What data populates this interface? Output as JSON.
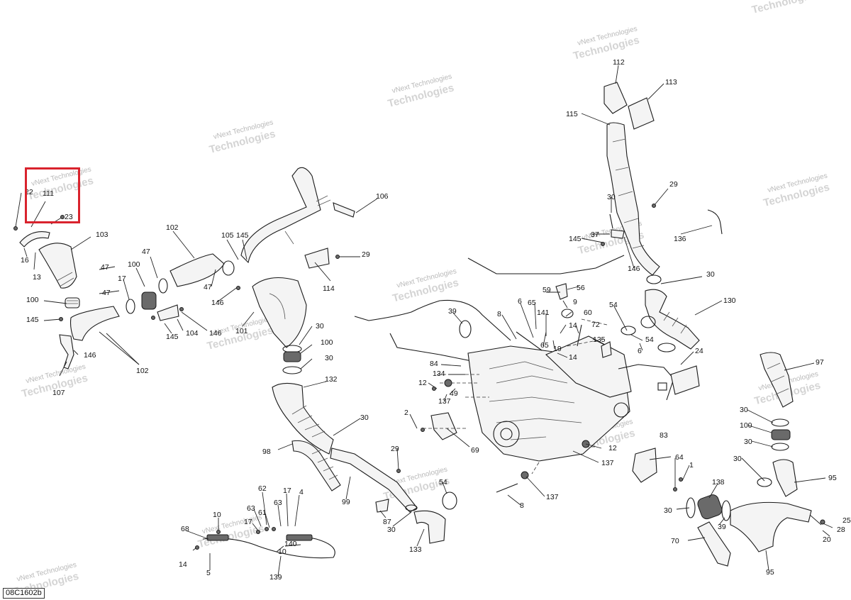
{
  "diagram": {
    "reference": "08C1602b",
    "watermark_line1": "vNext Technologies",
    "watermark_line2": "Technologies",
    "highlight_color": "#d9232d",
    "callouts": {
      "c22": "22",
      "c111": "111",
      "c23": "23",
      "c16": "16",
      "c13": "13",
      "c103": "103",
      "c100a": "100",
      "c145a": "145",
      "c107": "107",
      "c146a": "146",
      "c102a": "102",
      "c47a": "47",
      "c17": "17",
      "c47b": "47",
      "c100b": "100",
      "c145b": "145",
      "c104": "104",
      "c146b": "146",
      "c102b": "102",
      "c47c": "47",
      "c105": "105",
      "c145c": "145",
      "c146c": "146",
      "c101": "101",
      "c106": "106",
      "c29a": "29",
      "c114": "114",
      "c30a": "30",
      "c100c": "100",
      "c30b": "30",
      "c132": "132",
      "c30c": "30",
      "c98": "98",
      "c99": "99",
      "c29b": "29",
      "c87": "87",
      "c30d": "30",
      "c133": "133",
      "c54a": "54",
      "c62": "62",
      "c17b": "17",
      "c4": "4",
      "c63a": "63",
      "c63b": "63",
      "c61": "61",
      "c17c": "17",
      "c10a": "10",
      "c68": "68",
      "c140": "140",
      "c10b": "10",
      "c14a": "14",
      "c5": "5",
      "c139": "139",
      "c39a": "39",
      "c8a": "8",
      "c6a": "6",
      "c65a": "65",
      "c59": "59",
      "c56": "56",
      "c9": "9",
      "c141": "141",
      "c60": "60",
      "c14b": "14",
      "c72": "72",
      "c65b": "65",
      "c19": "19",
      "c14c": "14",
      "c135": "135",
      "c54b": "54",
      "c6b": "6",
      "c54c": "54",
      "c84": "84",
      "c134": "134",
      "c12a": "12",
      "c49": "49",
      "c137a": "137",
      "c2": "2",
      "c69": "69",
      "c12b": "12",
      "c137b": "137",
      "c137c": "137",
      "c8b": "8",
      "c112": "112",
      "c113": "113",
      "c115": "115",
      "c29c": "29",
      "c30e": "30",
      "c145d": "145",
      "c37": "37",
      "c136": "136",
      "c146d": "146",
      "c30f": "30",
      "c130": "130",
      "c24": "24",
      "c97": "97",
      "c30g": "30",
      "c100d": "100",
      "c30h": "30",
      "c30i": "30",
      "c95a": "95",
      "c83": "83",
      "c64": "64",
      "c1": "1",
      "c138": "138",
      "c30j": "30",
      "c39b": "39",
      "c70": "70",
      "c95b": "95",
      "c25": "25",
      "c28": "28",
      "c20": "20"
    }
  }
}
